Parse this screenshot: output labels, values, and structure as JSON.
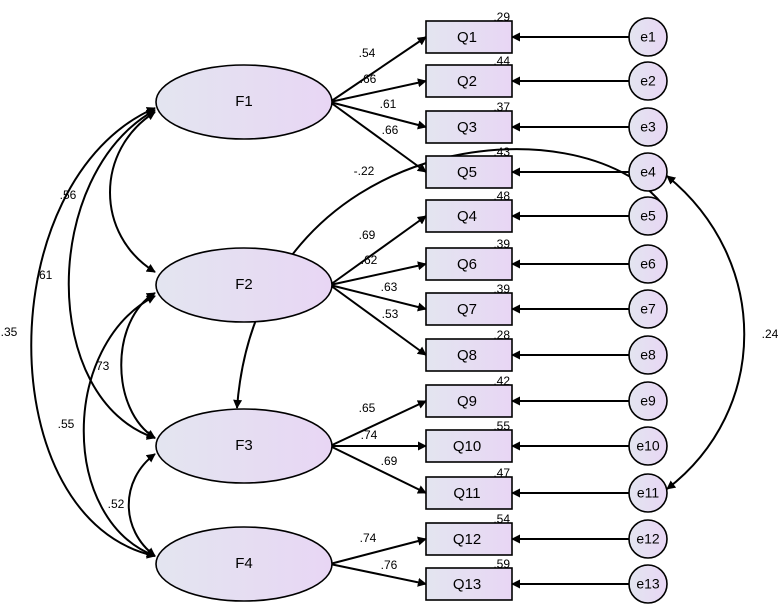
{
  "colors": {
    "fill_left": "#e3e5f0",
    "fill_right": "#e8d6f4",
    "stroke": "#000000"
  },
  "factors": [
    {
      "id": "F1",
      "label": "F1"
    },
    {
      "id": "F2",
      "label": "F2"
    },
    {
      "id": "F3",
      "label": "F3"
    },
    {
      "id": "F4",
      "label": "F4"
    }
  ],
  "items": [
    {
      "id": "Q1",
      "label": "Q1",
      "r2": ".29"
    },
    {
      "id": "Q2",
      "label": "Q2",
      "r2": ".44"
    },
    {
      "id": "Q3",
      "label": "Q3",
      "r2": ".37"
    },
    {
      "id": "Q5",
      "label": "Q5",
      "r2": ".43"
    },
    {
      "id": "Q4",
      "label": "Q4",
      "r2": ".48"
    },
    {
      "id": "Q6",
      "label": "Q6",
      "r2": ".39"
    },
    {
      "id": "Q7",
      "label": "Q7",
      "r2": ".39"
    },
    {
      "id": "Q8",
      "label": "Q8",
      "r2": ".28"
    },
    {
      "id": "Q9",
      "label": "Q9",
      "r2": ".42"
    },
    {
      "id": "Q10",
      "label": "Q10",
      "r2": ".55"
    },
    {
      "id": "Q11",
      "label": "Q11",
      "r2": ".47"
    },
    {
      "id": "Q12",
      "label": "Q12",
      "r2": ".54"
    },
    {
      "id": "Q13",
      "label": "Q13",
      "r2": ".59"
    }
  ],
  "errors": [
    "e1",
    "e2",
    "e3",
    "e4",
    "e5",
    "e6",
    "e7",
    "e8",
    "e9",
    "e10",
    "e11",
    "e12",
    "e13"
  ],
  "loadings": [
    {
      "from": "F1",
      "to": "Q1",
      "value": ".54"
    },
    {
      "from": "F1",
      "to": "Q2",
      "value": ".66"
    },
    {
      "from": "F1",
      "to": "Q3",
      "value": ".61"
    },
    {
      "from": "F1",
      "to": "Q5",
      "value": ".66"
    },
    {
      "from": "F2",
      "to": "Q4",
      "value": ".69"
    },
    {
      "from": "F2",
      "to": "Q6",
      "value": ".62"
    },
    {
      "from": "F2",
      "to": "Q7",
      "value": ".63"
    },
    {
      "from": "F2",
      "to": "Q8",
      "value": ".53"
    },
    {
      "from": "F3",
      "to": "Q9",
      "value": ".65"
    },
    {
      "from": "F3",
      "to": "Q10",
      "value": ".74"
    },
    {
      "from": "F3",
      "to": "Q11",
      "value": ".69"
    },
    {
      "from": "F4",
      "to": "Q12",
      "value": ".74"
    },
    {
      "from": "F4",
      "to": "Q13",
      "value": ".76"
    }
  ],
  "cross_loading": {
    "from": "F3",
    "to": "Q5",
    "value": "-.22"
  },
  "covariances": [
    {
      "a": "F1",
      "b": "F2",
      "value": ".56"
    },
    {
      "a": "F1",
      "b": "F3",
      "value": ".61"
    },
    {
      "a": "F1",
      "b": "F4",
      "value": ".35"
    },
    {
      "a": "F2",
      "b": "F3",
      "value": ".73"
    },
    {
      "a": "F2",
      "b": "F4",
      "value": ".55"
    },
    {
      "a": "F3",
      "b": "F4",
      "value": ".52"
    },
    {
      "a": "e4",
      "b": "e11",
      "value": ".24"
    }
  ]
}
